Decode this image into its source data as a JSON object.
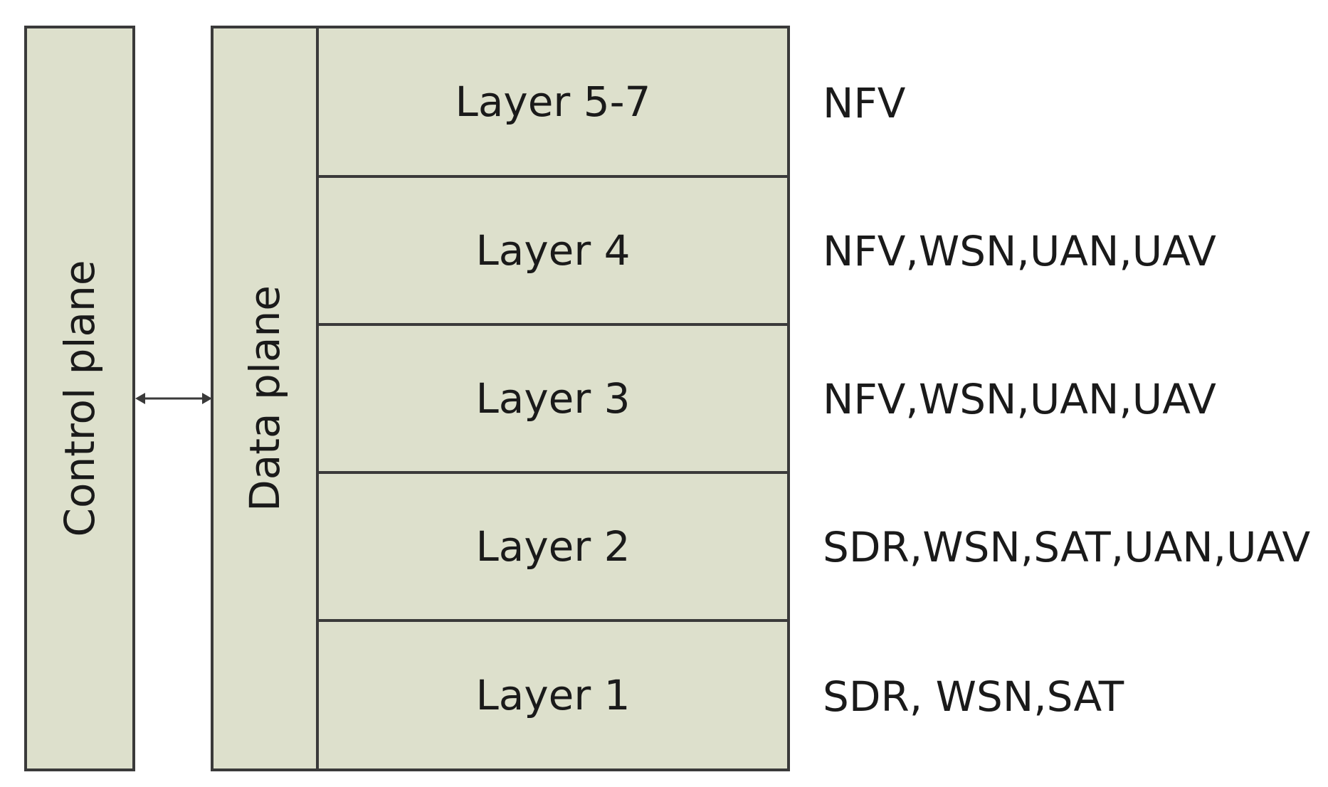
{
  "control_plane": {
    "label": "Control plane"
  },
  "data_plane": {
    "label": "Data plane"
  },
  "layers": [
    {
      "label": "Layer 5-7",
      "tech": "NFV"
    },
    {
      "label": "Layer 4",
      "tech": "NFV,WSN,UAN,UAV"
    },
    {
      "label": "Layer 3",
      "tech": "NFV,WSN,UAN,UAV"
    },
    {
      "label": "Layer 2",
      "tech": "SDR,WSN,SAT,UAN,UAV"
    },
    {
      "label": "Layer 1",
      "tech": "SDR, WSN,SAT"
    }
  ],
  "colors": {
    "box_fill": "#dde0cc",
    "border": "#3a3a3a",
    "text": "#1a1a1a"
  },
  "icons": {
    "connector": "double-headed-arrow-icon"
  }
}
